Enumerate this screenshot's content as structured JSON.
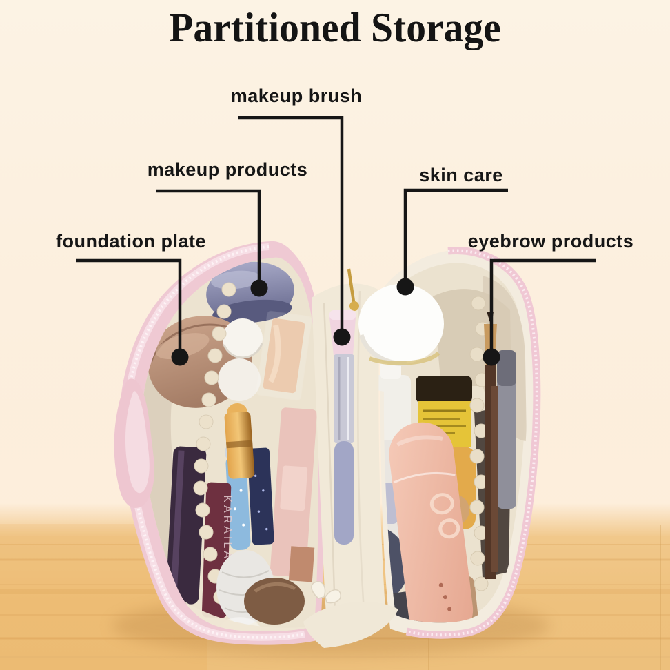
{
  "title": "Partitioned Storage",
  "annotations": [
    {
      "id": "makeup-brush",
      "label": "makeup brush"
    },
    {
      "id": "makeup-products",
      "label": "makeup products"
    },
    {
      "id": "skin-care",
      "label": "skin care"
    },
    {
      "id": "foundation-plate",
      "label": "foundation plate"
    },
    {
      "id": "eyebrow-products",
      "label": "eyebrow products"
    }
  ],
  "photo": {
    "tube_text": "KARAILA"
  },
  "colors": {
    "background_cream": "#fbf1e1",
    "wood_table": "#f0c787",
    "annotation_black": "#161616",
    "bag_pink": "#efc9d3",
    "zipper_pink": "#f8e3e9",
    "lining_cream": "#ece3d0",
    "shell_cream": "#f3ecdf"
  }
}
